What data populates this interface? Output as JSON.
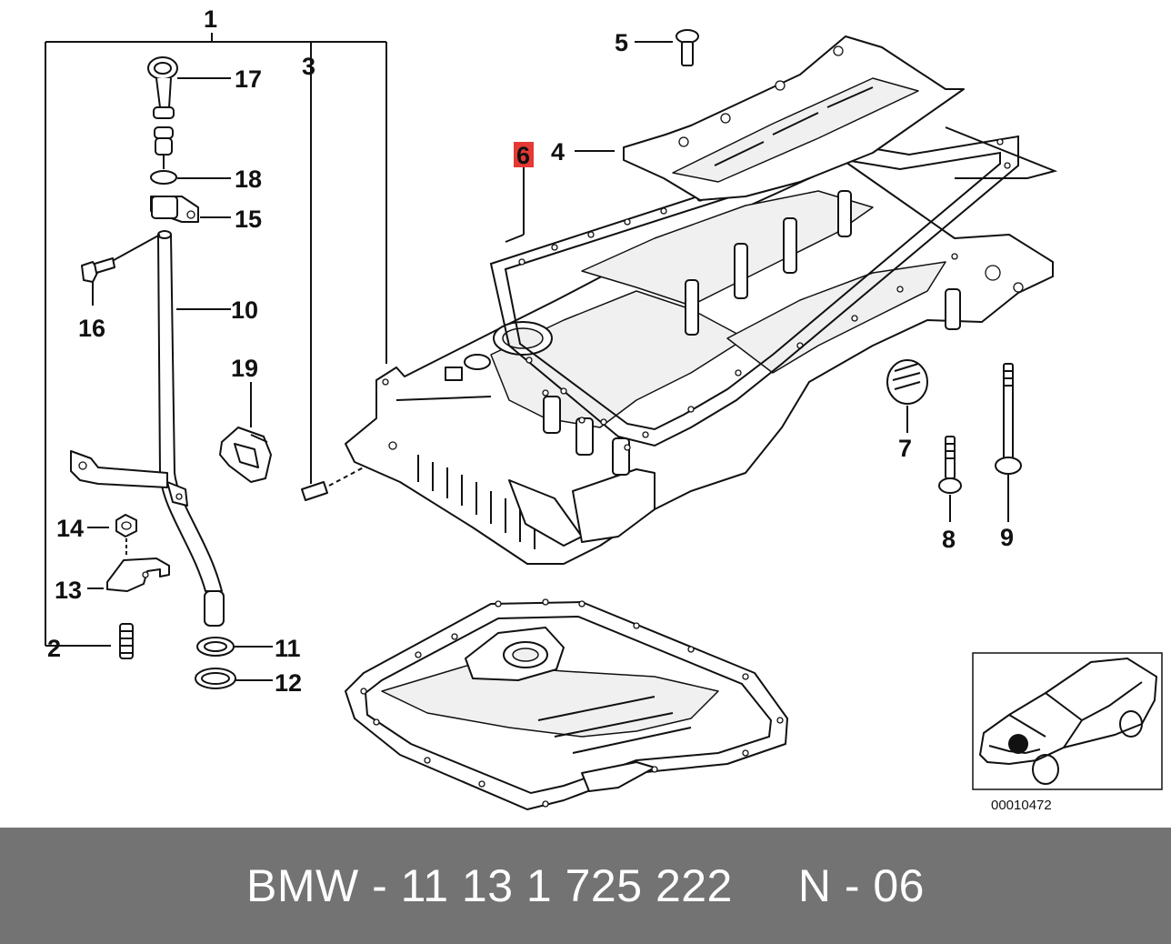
{
  "diagram": {
    "callouts": [
      {
        "id": "c1",
        "label": "1"
      },
      {
        "id": "c2",
        "label": "2"
      },
      {
        "id": "c3",
        "label": "3"
      },
      {
        "id": "c4",
        "label": "4"
      },
      {
        "id": "c5",
        "label": "5"
      },
      {
        "id": "c6",
        "label": "6",
        "highlighted": true
      },
      {
        "id": "c7",
        "label": "7"
      },
      {
        "id": "c8",
        "label": "8"
      },
      {
        "id": "c9",
        "label": "9"
      },
      {
        "id": "c10",
        "label": "10"
      },
      {
        "id": "c11",
        "label": "11"
      },
      {
        "id": "c12",
        "label": "12"
      },
      {
        "id": "c13",
        "label": "13"
      },
      {
        "id": "c14",
        "label": "14"
      },
      {
        "id": "c15",
        "label": "15"
      },
      {
        "id": "c16",
        "label": "16"
      },
      {
        "id": "c17",
        "label": "17"
      },
      {
        "id": "c18",
        "label": "18"
      },
      {
        "id": "c19",
        "label": "19"
      }
    ],
    "highlight_color": "#e53935",
    "inset": {
      "code": "00010472"
    }
  },
  "footer": {
    "text": "BMW - 11 13 1 725 222     N - 06",
    "background": "#737373"
  }
}
